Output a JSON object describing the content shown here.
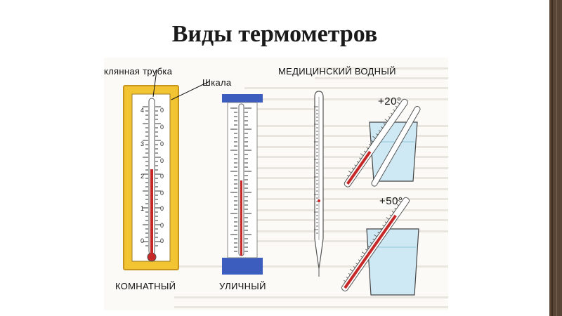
{
  "slide": {
    "title": "Виды термометров"
  },
  "figure": {
    "labels": {
      "glass_tube": "клянная трубка",
      "scale": "Шкала",
      "medical_water": "МЕДИЦИНСКИЙ ВОДНЫЙ",
      "room": "КОМНАТНЫЙ",
      "street": "УЛИЧНЫЙ",
      "temp_20": "+20°",
      "temp_50": "+50°"
    },
    "room_thermometer": {
      "scale_numbers": [
        "4",
        "3",
        "2",
        "1",
        "0"
      ],
      "fill_fraction": 0.55
    },
    "street_thermometer": {
      "fill_fraction": 0.5
    },
    "colors": {
      "wood": "#f2c432",
      "wood_edge": "#c8941c",
      "mercury": "#c62828",
      "street_frame": "#3c5dbd",
      "water": "#cfe9f4"
    }
  }
}
